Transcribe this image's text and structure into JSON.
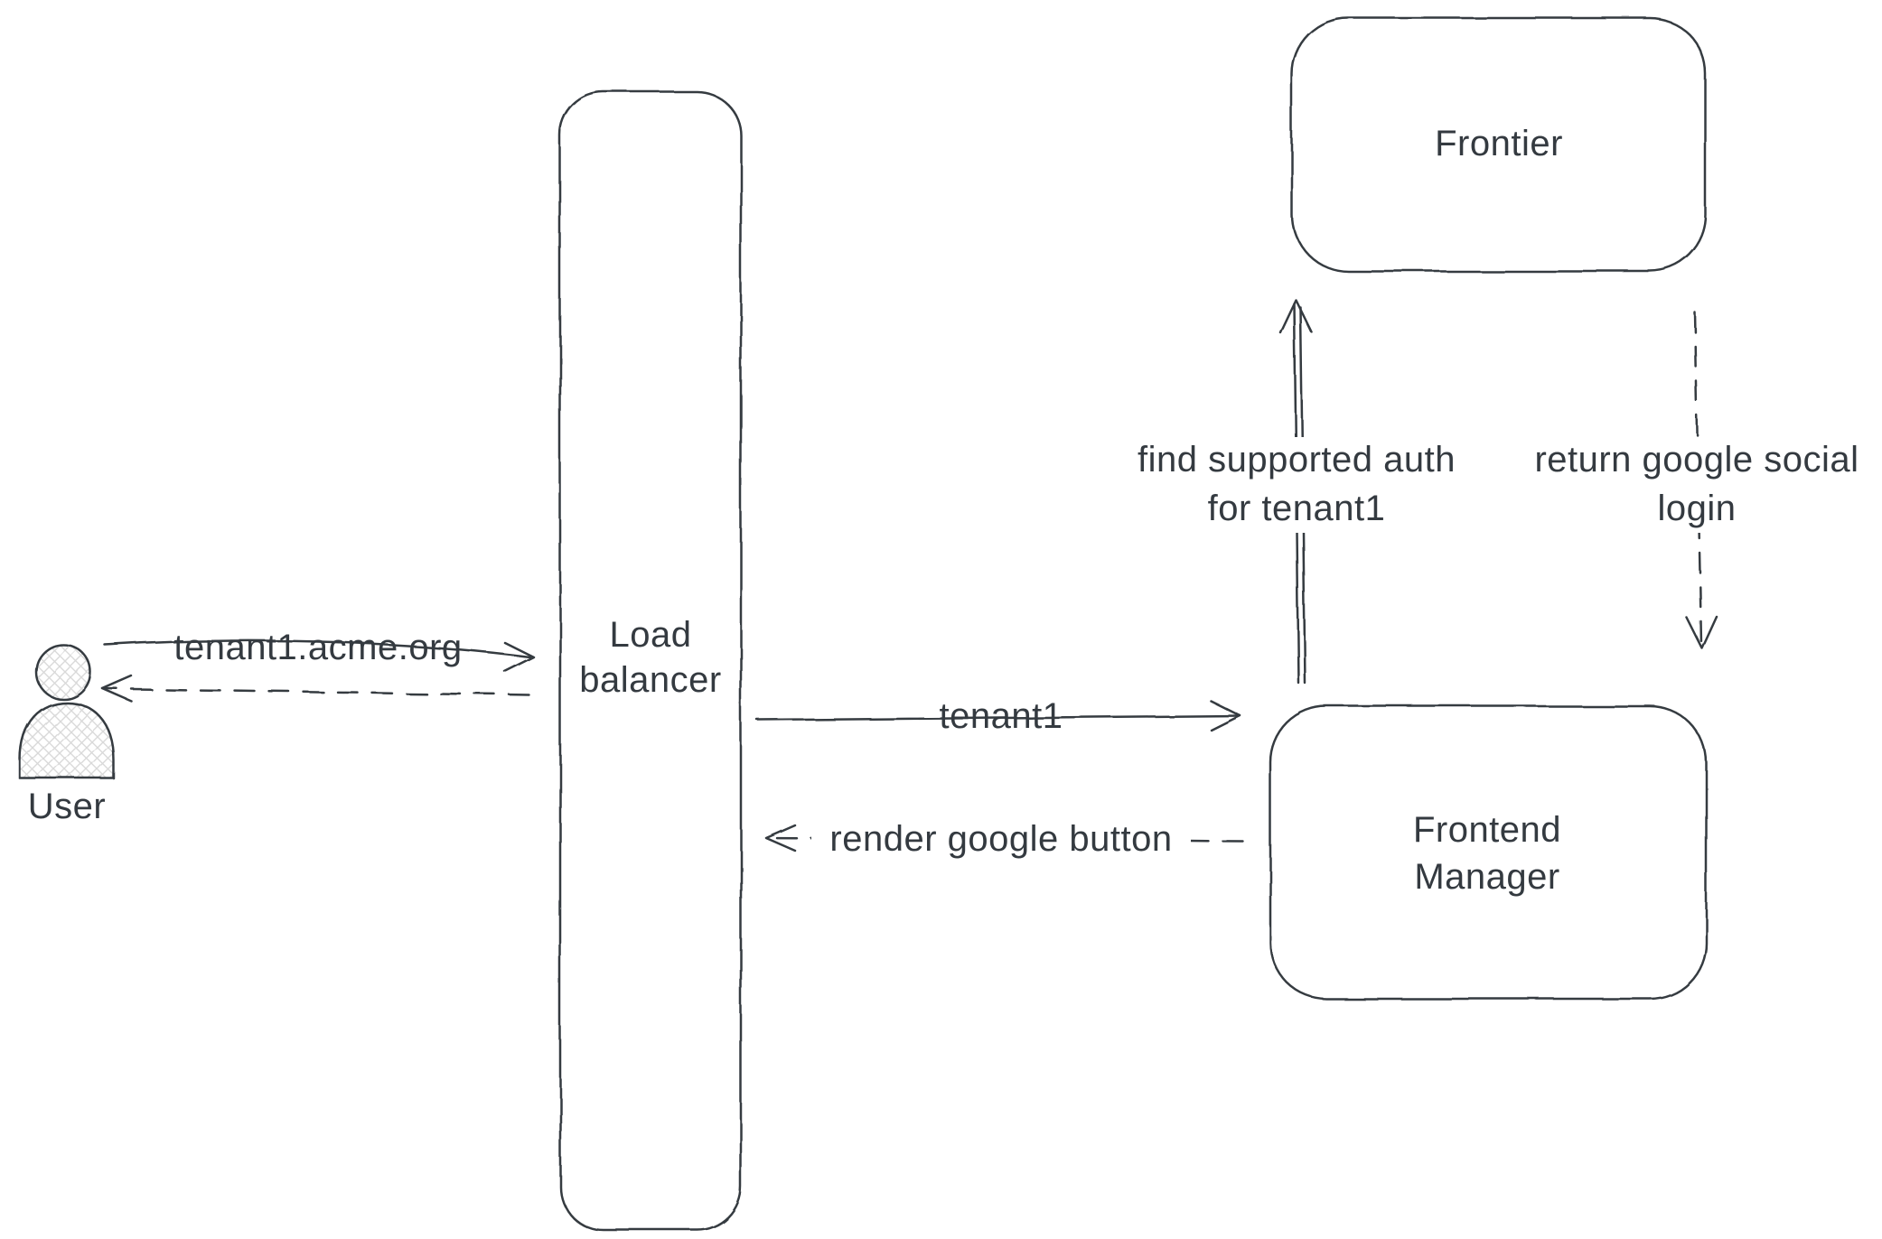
{
  "colors": {
    "stroke": "#343a40",
    "background": "#ffffff",
    "hatch": "#d9d9d9"
  },
  "actor": {
    "label": "User"
  },
  "nodes": {
    "load_balancer": {
      "line1": "Load",
      "line2": "balancer"
    },
    "frontier": {
      "label": "Frontier"
    },
    "frontend_manager": {
      "line1": "Frontend",
      "line2": "Manager"
    }
  },
  "edges": {
    "user_to_loadbalancer": {
      "label": "tenant1.acme.org"
    },
    "loadbalancer_to_frontend_manager": {
      "label": "tenant1"
    },
    "frontend_manager_to_loadbalancer": {
      "label": "render google button"
    },
    "frontend_manager_to_frontier": {
      "line1": "find supported auth",
      "line2": "for tenant1"
    },
    "frontier_to_frontend_manager": {
      "line1": "return google social",
      "line2": "login"
    }
  }
}
